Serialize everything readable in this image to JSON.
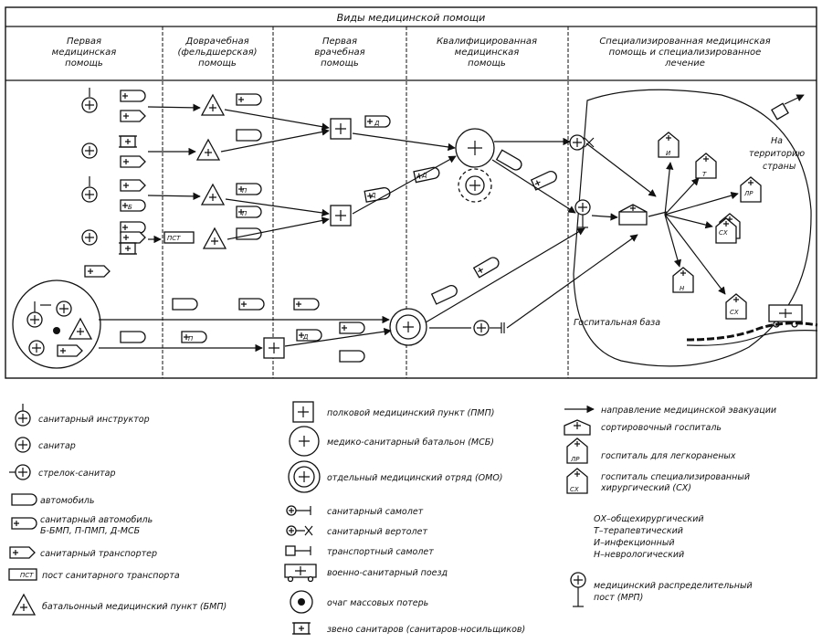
{
  "title": "Виды медицинской помощи",
  "columns": [
    [
      "Первая",
      "медицинская",
      "помощь"
    ],
    [
      "Доврачебная",
      "(фельдшерская)",
      "помощь"
    ],
    [
      "Первая",
      "врачебная",
      "помощь"
    ],
    [
      "Квалифицированная",
      "медицинская",
      "помощь"
    ],
    [
      "Специализированная медицинская",
      "помощь и специализированное",
      "лечение"
    ]
  ],
  "diagram_labels": {
    "to_country": [
      "На",
      "территорию",
      "страны"
    ],
    "hospital_base": "Госпитальная база",
    "small": {
      "b": "Б",
      "p": "П",
      "d": "Д",
      "pst": "ПСТ",
      "i": "И",
      "t": "Т",
      "lr": "ЛР",
      "sx": "СХ",
      "n": "Н"
    }
  },
  "legend_left": [
    {
      "icon": "instructor",
      "text": [
        "санитарный инструктор"
      ]
    },
    {
      "icon": "orderly",
      "text": [
        "санитар"
      ]
    },
    {
      "icon": "rifleman",
      "text": [
        "стрелок-санитар"
      ]
    },
    {
      "icon": "car",
      "text": [
        "автомобиль"
      ]
    },
    {
      "icon": "ambulance",
      "text": [
        "санитарный автомобиль",
        "Б-БМП, П-ПМП, Д-МСБ"
      ]
    },
    {
      "icon": "carrier",
      "text": [
        "санитарный транспортер"
      ]
    },
    {
      "icon": "post",
      "text": [
        "пост санитарного транспорта"
      ]
    },
    {
      "icon": "bmp",
      "text": [
        "батальонный медицинский пункт (БМП)"
      ]
    }
  ],
  "legend_mid": [
    {
      "icon": "pmp",
      "text": "полковой медицинский пункт (ПМП)"
    },
    {
      "icon": "msb",
      "text": "медико-санитарный батальон (МСБ)"
    },
    {
      "icon": "omo",
      "text": "отдельный медицинский отряд (ОМО)"
    },
    {
      "icon": "plane",
      "text": "санитарный самолет"
    },
    {
      "icon": "heli",
      "text": "санитарный вертолет"
    },
    {
      "icon": "transport-plane",
      "text": "транспортный самолет"
    },
    {
      "icon": "train",
      "text": "военно-санитарный поезд"
    },
    {
      "icon": "mass",
      "text": "очаг массовых потерь"
    },
    {
      "icon": "team",
      "text": "звено санитаров (санитаров-носильщиков)"
    }
  ],
  "legend_right": [
    {
      "icon": "arrow",
      "text": [
        "направление медицинской эвакуации"
      ]
    },
    {
      "icon": "sort-hospital",
      "text": [
        "сортировочный госпиталь"
      ]
    },
    {
      "icon": "lr-hospital",
      "text": [
        "госпиталь для легкораненых"
      ]
    },
    {
      "icon": "sx-hospital",
      "text": [
        "госпиталь специализированный",
        "хирургический (СХ)"
      ]
    }
  ],
  "abbreviations": [
    "ОХ–общехирургический",
    "Т–терапевтический",
    "И–инфекционный",
    "Н–неврологический"
  ],
  "mrp": [
    "медицинский распределительный",
    "пост (МРП)"
  ]
}
